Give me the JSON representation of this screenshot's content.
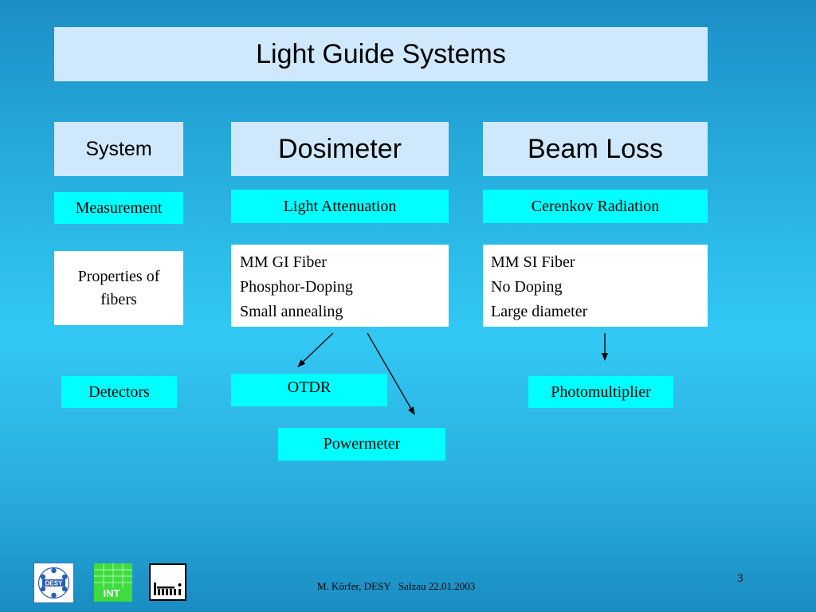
{
  "title": "Light Guide Systems",
  "rows": {
    "system": {
      "label": "System",
      "dosimeter": "Dosimeter",
      "beam_loss": "Beam Loss"
    },
    "measurement": {
      "label": "Measurement",
      "dosimeter": "Light Attenuation",
      "beam_loss": "Cerenkov Radiation"
    },
    "properties": {
      "label": "Properties of fibers",
      "dosimeter": [
        "MM GI Fiber",
        "Phosphor-Doping",
        "Small annealing"
      ],
      "beam_loss": [
        "MM SI Fiber",
        "No Doping",
        "Large diameter"
      ]
    },
    "detectors": {
      "label": "Detectors",
      "otdr": "OTDR",
      "powermeter": "Powermeter",
      "photomultiplier": "Photomultiplier"
    }
  },
  "logos": {
    "desy": "DESY",
    "int": "INT",
    "hmi": "hmi"
  },
  "footer": "M. Körfer, DESY   Salzau 22.01.2003",
  "page_number": "3",
  "colors": {
    "header_box": "#cfe8fb",
    "highlight_box": "#00ffff",
    "white_box": "#ffffff"
  }
}
